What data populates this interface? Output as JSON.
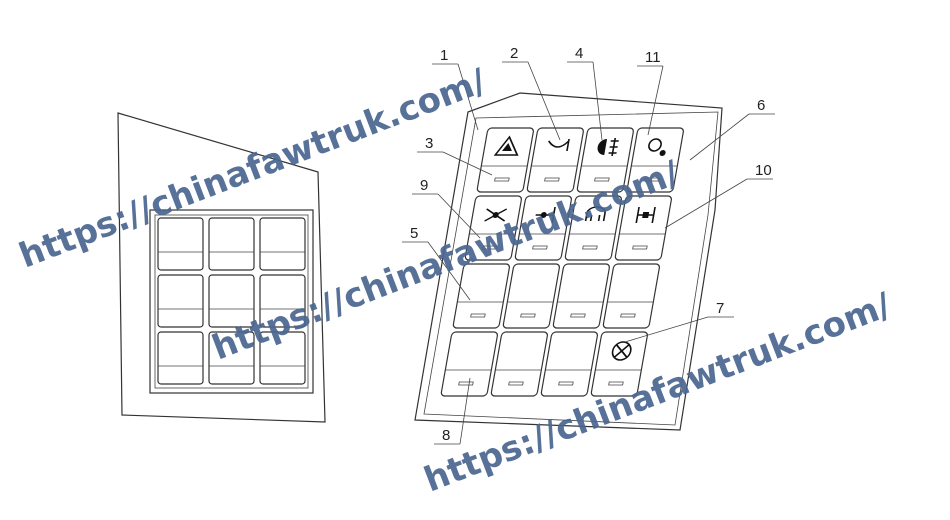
{
  "callouts": [
    "1",
    "2",
    "4",
    "11",
    "6",
    "3",
    "10",
    "9",
    "5",
    "7",
    "8"
  ],
  "watermark": "https://chinafawtruk.com/",
  "colors": {
    "line": "#333333",
    "watermark": "#4a6690"
  },
  "icons": [
    "hazard-warning-icon",
    "horn-icon",
    "rear-fog-lamp-icon",
    "work-lamp-icon",
    "differential-lock-icon",
    "axle-lock-icon",
    "exhaust-brake-icon",
    "inter-axle-lock-icon",
    "power-takeoff-icon"
  ]
}
